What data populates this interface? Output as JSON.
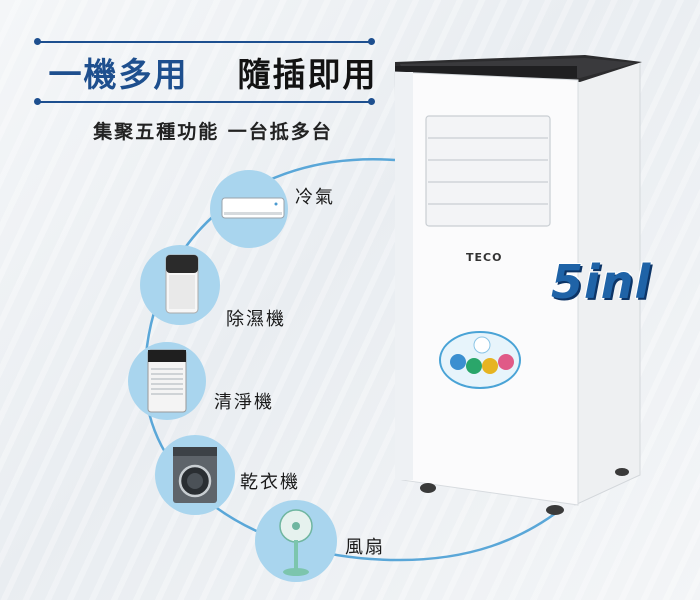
{
  "headline": {
    "part1": "一機多用",
    "part2": "隨插即用"
  },
  "subheadline": "集聚五種功能 一台抵多台",
  "functions": [
    {
      "label": "冷氣",
      "icon": "air-conditioner-icon"
    },
    {
      "label": "除濕機",
      "icon": "dehumidifier-icon"
    },
    {
      "label": "清淨機",
      "icon": "air-purifier-icon"
    },
    {
      "label": "乾衣機",
      "icon": "clothes-dryer-icon"
    },
    {
      "label": "風扇",
      "icon": "fan-icon"
    }
  ],
  "product": {
    "badge": "5inl",
    "brand": "TECO"
  },
  "colors": {
    "accent": "#1e4f8e",
    "arc": "#5aa7d8",
    "circle": "#a9d5ee",
    "badge": "#1f63a7"
  }
}
